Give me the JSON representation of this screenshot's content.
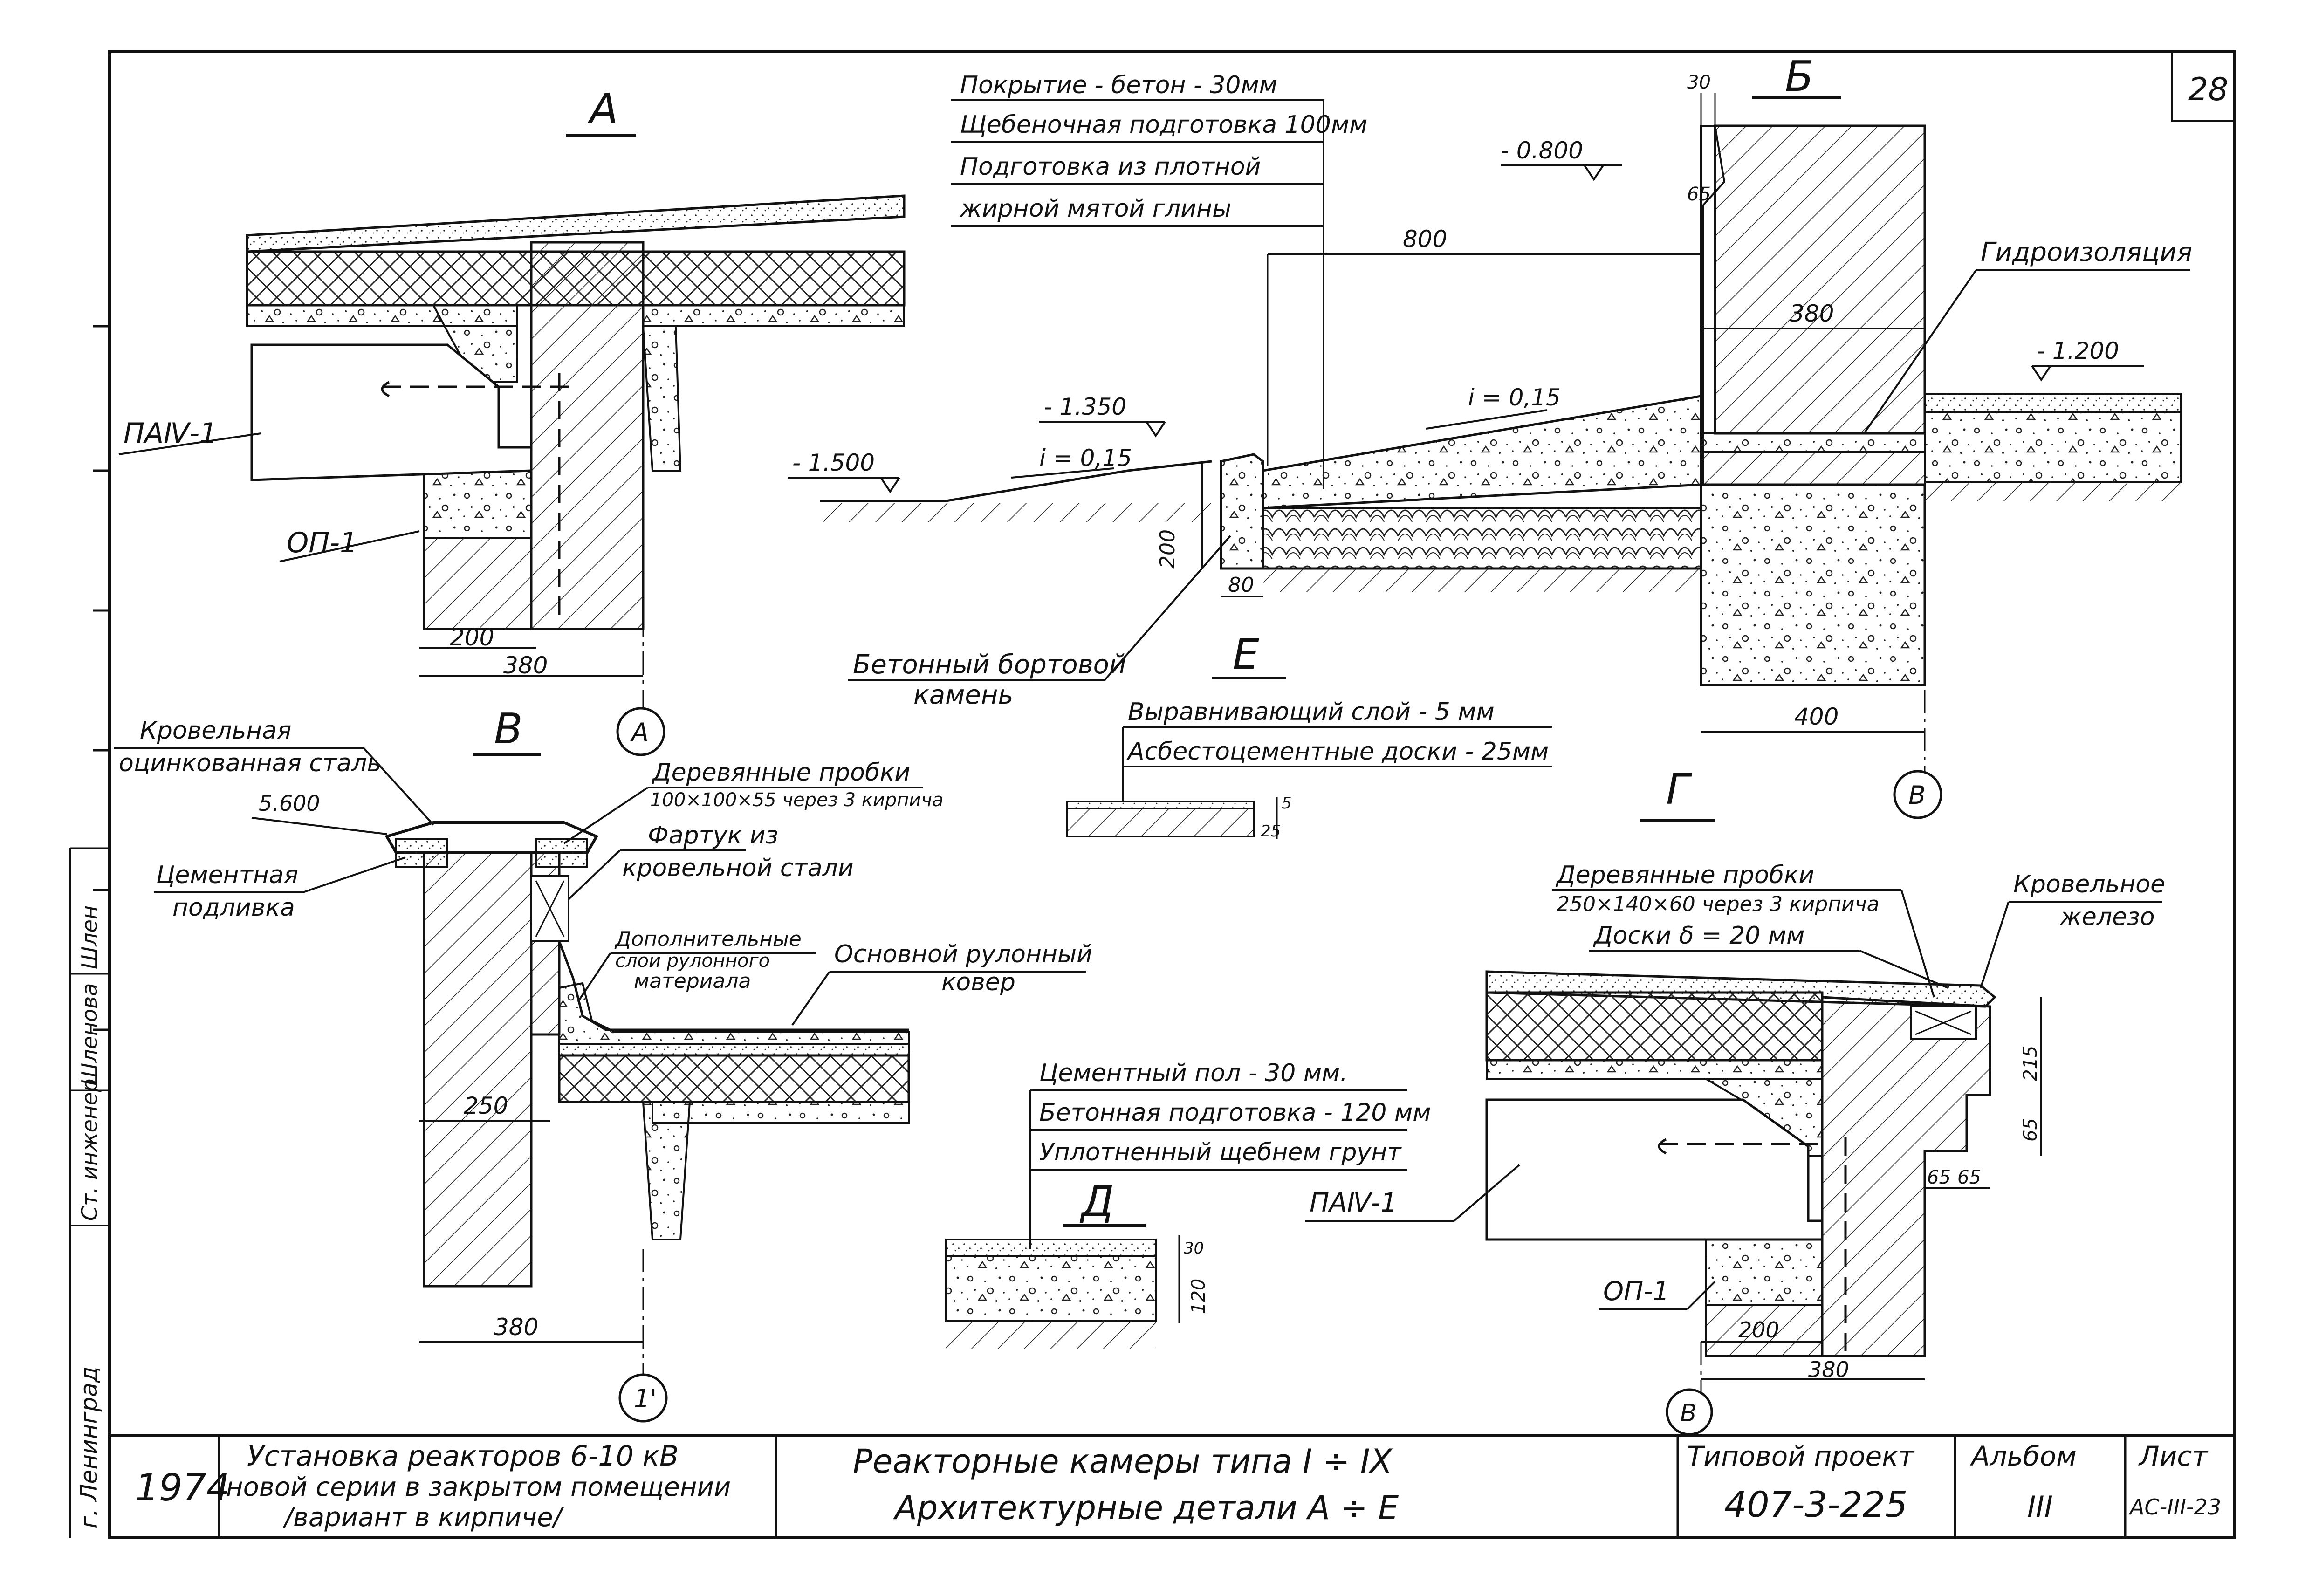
{
  "sheet_number": "28",
  "details": {
    "A": {
      "title": "А",
      "labels": {
        "beam": "ПАⅣ-1",
        "pad": "ОП-1"
      },
      "dims": {
        "d200": "200",
        "d380": "380"
      },
      "axis": "А"
    },
    "B": {
      "title": "Б",
      "layers": [
        "Покрытие - бетон - 30мм",
        "Щебеночная подготовка 100мм",
        "Подготовка из плотной",
        "жирной мятой глины"
      ],
      "levels": {
        "m0800": "- 0.800",
        "m1200": "- 1.200",
        "m1350": "- 1.350",
        "m1500": "- 1.500"
      },
      "slopes": {
        "i1": "i = 0,15",
        "i2": "i = 0,15"
      },
      "dims": {
        "d30": "30",
        "d65": "65",
        "d800": "800",
        "d380": "380",
        "d200": "200",
        "d80": "80",
        "d400": "400"
      },
      "labels": {
        "waterproofing": "Гидроизоляция",
        "curb_1": "Бетонный бортовой",
        "curb_2": "камень"
      },
      "axis": "В"
    },
    "V": {
      "title": "В",
      "labels": {
        "steel_1": "Кровельная",
        "steel_2": "оцинкованная сталь",
        "level": "5.600",
        "cement_1": "Цементная",
        "cement_2": "подливка",
        "plugs_1": "Деревянные пробки",
        "plugs_2": "100×100×55 через 3 кирпича",
        "apron_1": "Фартук из",
        "apron_2": "кровельной стали",
        "extra_1": "Дополнительные",
        "extra_2": "слои рулонного",
        "extra_3": "материала",
        "carpet_1": "Основной рулонный",
        "carpet_2": "ковер"
      },
      "dims": {
        "d250": "250",
        "d380": "380"
      },
      "axis": "1'"
    },
    "E": {
      "title": "Е",
      "layers": [
        "Выравнивающий слой - 5 мм",
        "Асбестоцементные доски - 25мм"
      ],
      "dims": {
        "d5": "5",
        "d25": "25"
      }
    },
    "D": {
      "title": "Д",
      "layers": [
        "Цементный пол - 30 мм.",
        "Бетонная подготовка - 120 мм",
        "Уплотненный щебнем грунт"
      ],
      "dims": {
        "d30": "30",
        "d120": "120"
      }
    },
    "G": {
      "title": "Г",
      "labels": {
        "plugs_1": "Деревянные пробки",
        "plugs_2": "250×140×60 через 3 кирпича",
        "boards": "Доски δ = 20 мм",
        "iron_1": "Кровельное",
        "iron_2": "железо",
        "beam": "ПАⅣ-1",
        "pad": "ОП-1"
      },
      "dims": {
        "d215": "215",
        "d65a": "65",
        "d65b": "65",
        "d65c": "65",
        "d200": "200",
        "d380": "380"
      },
      "axis": "В"
    }
  },
  "side_stamp": [
    "г. Ленинград",
    "Ст. инженер",
    "Шленова",
    "Шлен"
  ],
  "title_block": {
    "year": "1974",
    "project_title": [
      "Установка реакторов 6-10 кВ",
      "новой серии в закрытом помещении",
      "/вариант в кирпиче/"
    ],
    "sheet_title": [
      "Реакторные камеры типа I ÷ IX",
      "Архитектурные детали  А ÷ Е"
    ],
    "typical_project_label": "Типовой проект",
    "typical_project_number": "407-3-225",
    "album_label": "Альбом",
    "album_number": "III",
    "sheet_label": "Лист",
    "sheet_code": "АС-III-23"
  }
}
